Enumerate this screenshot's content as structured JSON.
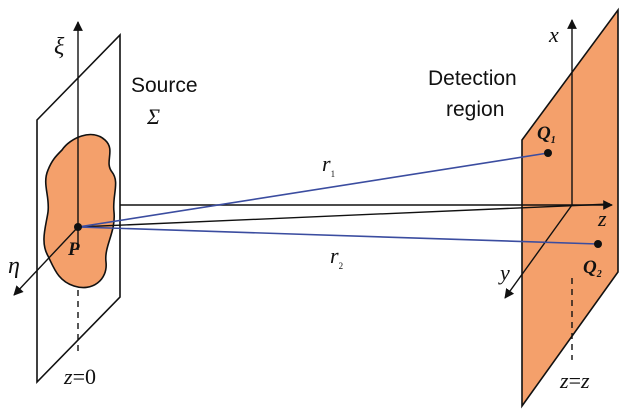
{
  "colors": {
    "fill": "#F4A06B",
    "ray": "#3B4DA0",
    "line": "#111111"
  },
  "labels": {
    "xi": "ξ",
    "eta": "η",
    "x": "x",
    "y": "y",
    "z": "z",
    "source": "Source",
    "sigma": "Σ",
    "detection_line1": "Detection",
    "detection_line2": "region",
    "point_p": "P",
    "q1_letter": "Q",
    "q1_sub": "1",
    "q2_letter": "Q",
    "q2_sub": "2",
    "r1_letter": "r",
    "r1_sub": "1",
    "r2_letter": "r",
    "r2_sub": "2",
    "z0_var": "z",
    "z0_eq": "=0",
    "zz_var": "z",
    "zz_eq": "=",
    "zz_rhs": "z"
  }
}
